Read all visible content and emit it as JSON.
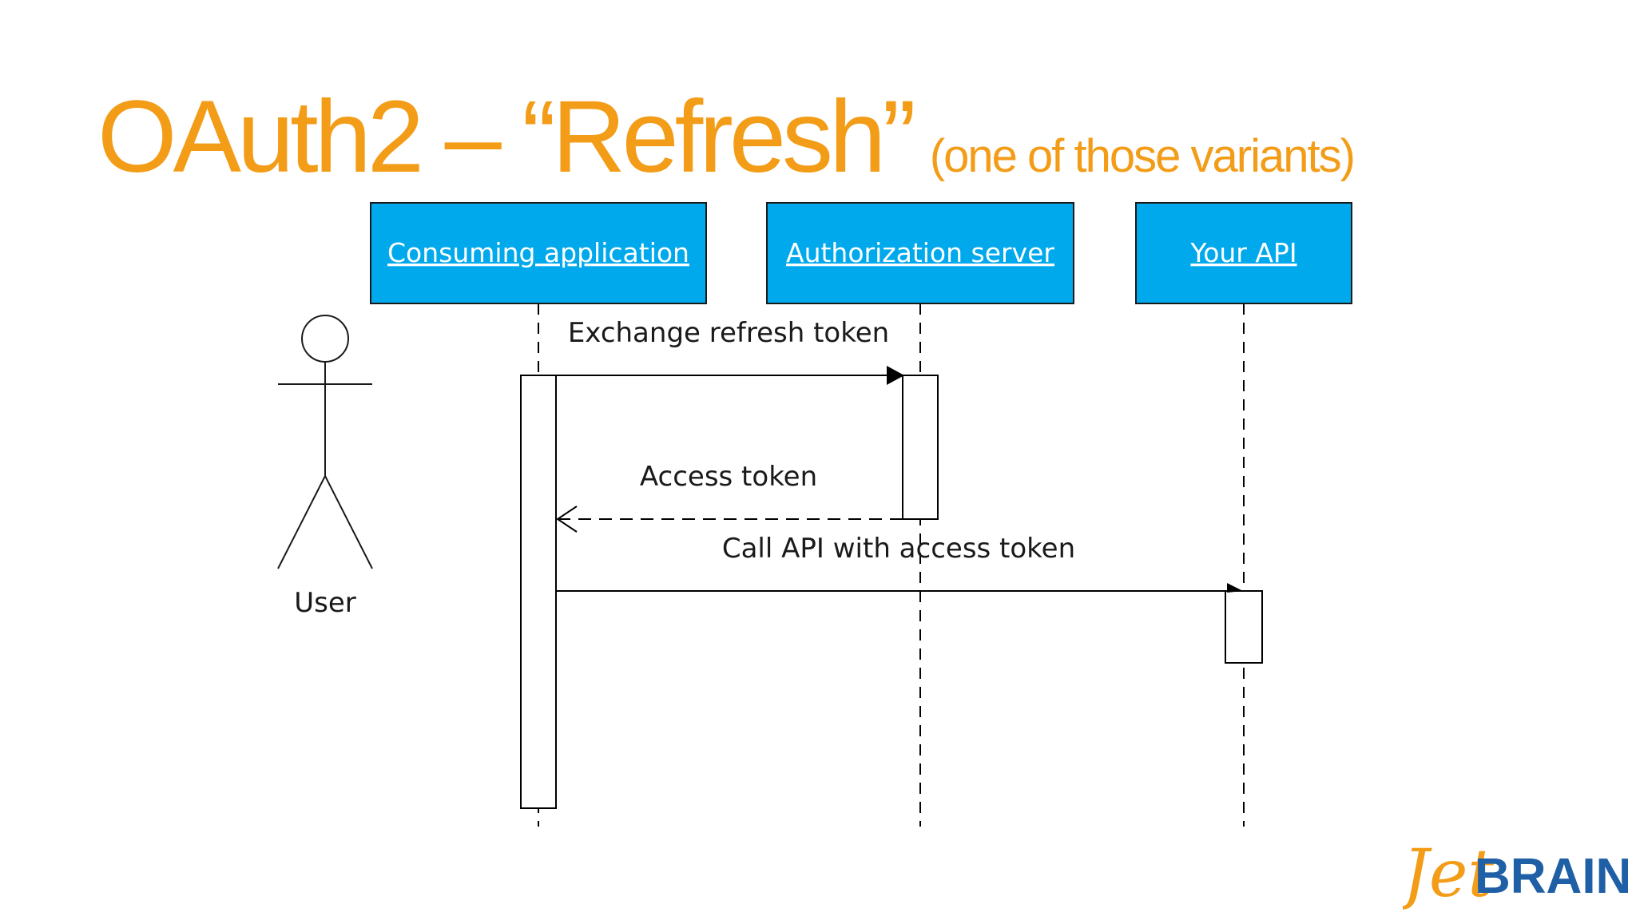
{
  "slide": {
    "title": "OAuth2 – “Refresh”",
    "subtitle": "(one of those variants)"
  },
  "diagram": {
    "participants": [
      {
        "id": "consumer",
        "label": "Consuming application"
      },
      {
        "id": "auth",
        "label": "Authorization server"
      },
      {
        "id": "api",
        "label": "Your API"
      }
    ],
    "actor": {
      "label": "User"
    },
    "messages": [
      {
        "label": "Exchange refresh token",
        "from": "consumer",
        "to": "auth",
        "style": "solid"
      },
      {
        "label": "Access token",
        "from": "auth",
        "to": "consumer",
        "style": "dashed"
      },
      {
        "label": "Call API with access token",
        "from": "consumer",
        "to": "api",
        "style": "solid"
      }
    ],
    "colors": {
      "participant_fill": "#00A8EC",
      "title_accent": "#F39C17",
      "logo_blue": "#1E5FA6"
    }
  },
  "logo": {
    "jet": "Jet",
    "brains": "BRAINS"
  }
}
